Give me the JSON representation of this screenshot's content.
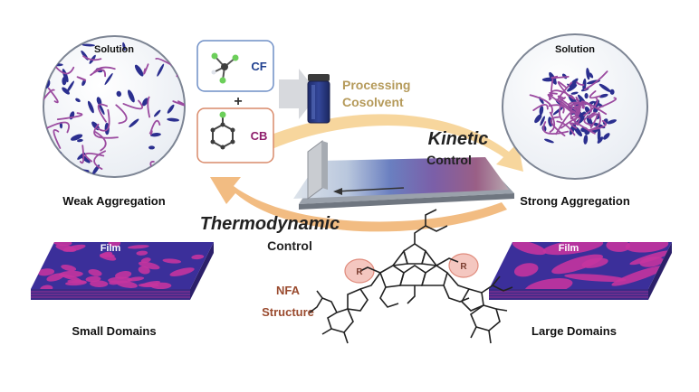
{
  "left_panel": {
    "solution_label": "Solution",
    "aggregation_label": "Weak Aggregation",
    "film_label": "Film",
    "domain_label": "Small Domains"
  },
  "right_panel": {
    "solution_label": "Solution",
    "aggregation_label": "Strong Aggregation",
    "film_label": "Film",
    "domain_label": "Large Domains"
  },
  "solvents": {
    "cf_label": "CF",
    "plus_sign": "+",
    "cb_label": "CB",
    "cosolvent_line1": "Processing",
    "cosolvent_line2": "Cosolvent"
  },
  "controls": {
    "kinetic_line1": "Kinetic",
    "kinetic_line2": "Control",
    "thermo_line1": "Thermodynamic",
    "thermo_line2": "Control"
  },
  "nfa": {
    "line1": "NFA",
    "line2": "Structure",
    "r_group": "R"
  },
  "colors": {
    "aggregate_blue": "#2b2f8f",
    "polymer_purple": "#9b4ba0",
    "film_magenta": "#c4349e",
    "arrow_orange": "#f2b35a",
    "cf_box": "#6f8fc6",
    "cb_box": "#d98a6a",
    "cosolvent_text": "#b59a5a",
    "cb_text": "#8e1d6b",
    "nfa_text": "#9a4b2f"
  }
}
